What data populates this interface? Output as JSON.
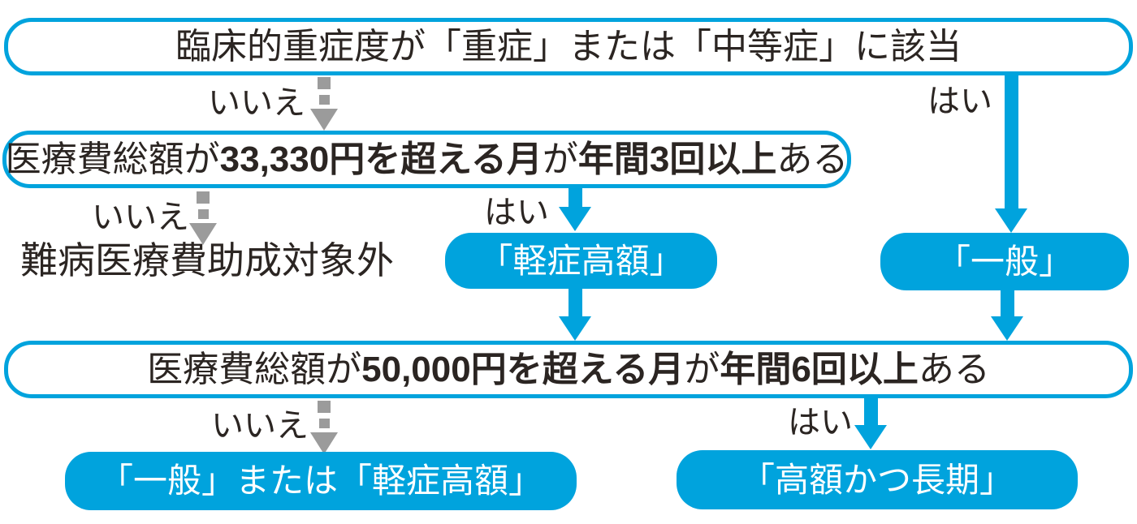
{
  "colors": {
    "blue": "#00a3dd",
    "gray": "#9b9b9b",
    "ink": "#2b2522"
  },
  "labels": {
    "yes": "はい",
    "no": "いいえ"
  },
  "nodes": {
    "severity": {
      "text": "臨床的重症度が「重症」または「中等症」に該当"
    },
    "cost33330": {
      "parts": [
        {
          "text": "医療費総額が",
          "bold": false
        },
        {
          "text": "33,330円を超える月",
          "bold": true
        },
        {
          "text": "が",
          "bold": false
        },
        {
          "text": "年間3回以上",
          "bold": true
        },
        {
          "text": "ある",
          "bold": false
        }
      ]
    },
    "cost50000": {
      "parts": [
        {
          "text": "医療費総額が",
          "bold": false
        },
        {
          "text": "50,000円を超える月",
          "bold": true
        },
        {
          "text": "が",
          "bold": false
        },
        {
          "text": "年間6回以上",
          "bold": true
        },
        {
          "text": "ある",
          "bold": false
        }
      ]
    },
    "not_eligible": {
      "text": "難病医療費助成対象外"
    },
    "keisho_kogaku": {
      "text": "「軽症高額」"
    },
    "ippan": {
      "text": "「一般」"
    },
    "ippan_or_keisho": {
      "text": "「一般」または「軽症高額」"
    },
    "kogaku_choki": {
      "text": "「高額かつ長期」"
    }
  }
}
